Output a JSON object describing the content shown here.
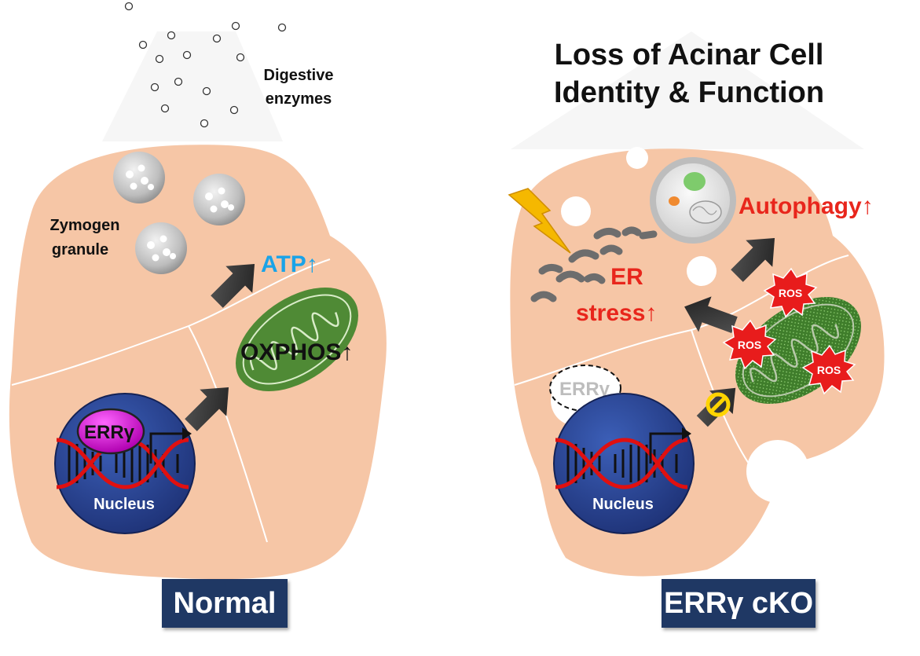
{
  "left_panel": {
    "digestive_enzymes_line1": "Digestive",
    "digestive_enzymes_line2": "enzymes",
    "zymogen_line1": "Zymogen",
    "zymogen_line2": "granule",
    "atp_label": "ATP",
    "atp_arrow": "↑",
    "oxphos_label": "OXPHOS",
    "oxphos_arrow": "↑",
    "err_label": "ERRγ",
    "nucleus_label": "Nucleus",
    "badge": "Normal"
  },
  "right_panel": {
    "title_line1": "Loss of Acinar Cell",
    "title_line2": "Identity & Function",
    "autophagy_label": "Autophagy",
    "autophagy_arrow": "↑",
    "er_line1": "ER",
    "er_line2": "stress",
    "er_arrow": "↑",
    "ros_label": "ROS",
    "err_label": "ERRγ",
    "nucleus_label": "Nucleus",
    "badge": "ERRγ cKO"
  },
  "colors": {
    "cytoplasm": "#f6c6a6",
    "nucleus": "#243f8f",
    "mitochondria": "#4f8a35",
    "err_bubble": "#cc00cc",
    "atp_text": "#1aa3e8",
    "red_text": "#e8261c",
    "badge_bg": "#1f3864",
    "ros_burst": "#e81c1c"
  }
}
